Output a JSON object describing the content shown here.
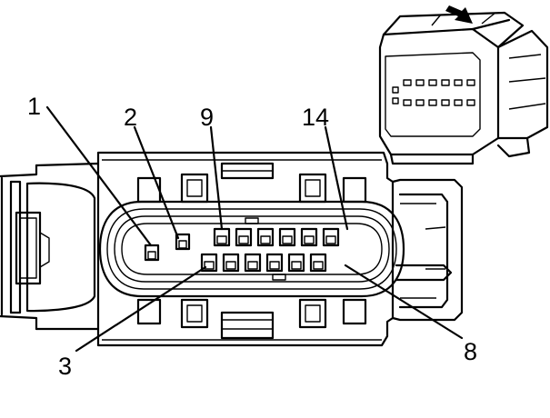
{
  "diagram": {
    "pin_labels": [
      "1",
      "2",
      "9",
      "14",
      "3",
      "8"
    ],
    "top_row_pin_count": 6,
    "bottom_row_pin_count": 6,
    "inset_arrow_icon": "arrow-down-right-icon",
    "colors": {
      "line": "#000000",
      "background": "#ffffff"
    }
  }
}
